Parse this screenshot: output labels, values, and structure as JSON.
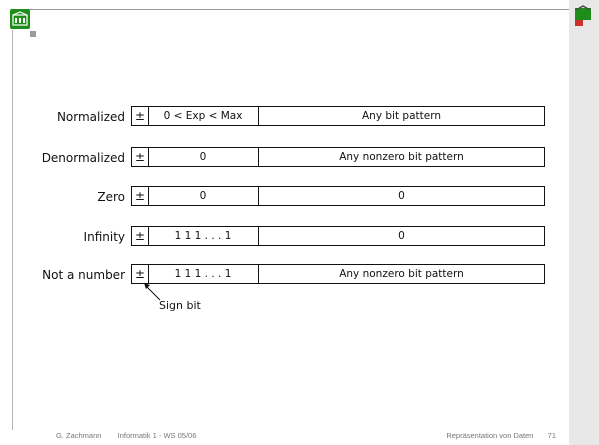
{
  "rows": [
    {
      "label": "Normalized",
      "sign": "±",
      "exponent": "0  <  Exp  <  Max",
      "fraction": "Any bit pattern"
    },
    {
      "label": "Denormalized",
      "sign": "±",
      "exponent": "0",
      "fraction": "Any nonzero bit pattern"
    },
    {
      "label": "Zero",
      "sign": "±",
      "exponent": "0",
      "fraction": "0"
    },
    {
      "label": "Infinity",
      "sign": "±",
      "exponent": "1 1 1 . . . 1",
      "fraction": "0"
    },
    {
      "label": "Not a number",
      "sign": "±",
      "exponent": "1 1 1 . . . 1",
      "fraction": "Any nonzero bit pattern"
    }
  ],
  "sign_note": "Sign bit",
  "footer": {
    "author": "G. Zachmann",
    "course": "Informatik 1 - WS 05/06",
    "topic": "Repräsentation von Daten",
    "page": "71"
  },
  "colors": {
    "logo_green": "#1f8d1a",
    "logo_red": "#c8322a",
    "band_gray": "#e8e8e8"
  }
}
